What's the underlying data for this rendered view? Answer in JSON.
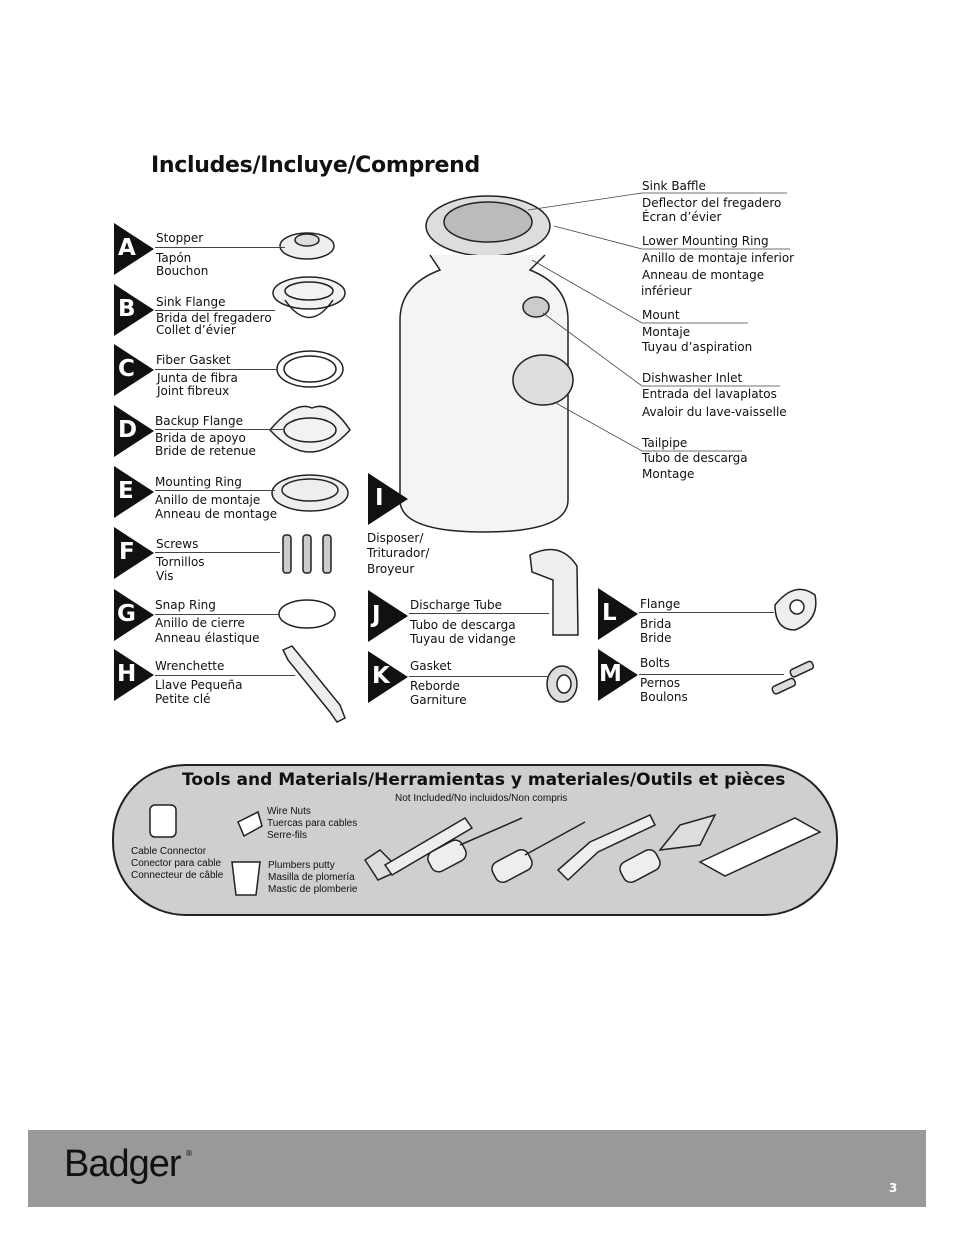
{
  "title": "Includes/Incluye/Comprend",
  "parts_left": [
    {
      "letter": "A",
      "l1": "Stopper",
      "l2": "Tapón",
      "l3": "Bouchon"
    },
    {
      "letter": "B",
      "l1": "Sink Flange",
      "l2": "Brida del fregadero",
      "l3": "Collet d’évier"
    },
    {
      "letter": "C",
      "l1": "Fiber Gasket",
      "l2": "Junta de fibra",
      "l3": "Joint fibreux"
    },
    {
      "letter": "D",
      "l1": "Backup Flange",
      "l2": "Brida de apoyo",
      "l3": "Bride de retenue"
    },
    {
      "letter": "E",
      "l1": "Mounting Ring",
      "l2": "Anillo de montaje",
      "l3": "Anneau de montage"
    },
    {
      "letter": "F",
      "l1": "Screws",
      "l2": "Tornillos",
      "l3": "Vis"
    },
    {
      "letter": "G",
      "l1": "Snap Ring",
      "l2": "Anillo de cierre",
      "l3": "Anneau élastique"
    },
    {
      "letter": "H",
      "l1": "Wrenchette",
      "l2": "Llave Pequeña",
      "l3": "Petite clé"
    }
  ],
  "part_i": {
    "letter": "I",
    "l1": "Disposer/",
    "l2": "Triturador/",
    "l3": "Broyeur"
  },
  "parts_mid": [
    {
      "letter": "J",
      "l1": "Discharge Tube",
      "l2": "Tubo de descarga",
      "l3": "Tuyau de vidange"
    },
    {
      "letter": "K",
      "l1": "Gasket",
      "l2": "Reborde",
      "l3": "Garniture"
    }
  ],
  "parts_right": [
    {
      "letter": "L",
      "l1": "Flange",
      "l2": "Brida",
      "l3": "Bride"
    },
    {
      "letter": "M",
      "l1": "Bolts",
      "l2": "Pernos",
      "l3": "Boulons"
    }
  ],
  "callouts": [
    {
      "l1": "Sink Baffle",
      "l2": "Deflector del fregadero",
      "l3": "Écran d’évier"
    },
    {
      "l1": "Lower Mounting Ring",
      "l2": "Anillo de montaje inferior",
      "l3": "Anneau de montage",
      "l4": "inférieur"
    },
    {
      "l1": "Mount",
      "l2": "Montaje",
      "l3": "Tuyau d’aspiration"
    },
    {
      "l1": "Dishwasher Inlet",
      "l2": "Entrada del lavaplatos",
      "l3": "Avaloir du lave-vaisselle"
    },
    {
      "l1": "Tailpipe",
      "l2": "Tubo de descarga",
      "l3": "Montage"
    }
  ],
  "tools": {
    "title": "Tools and Materials/Herramientas y materiales/Outils et pièces",
    "note": "Not Included/No incluidos/Non compris",
    "wire_nuts": [
      "Wire Nuts",
      "Tuercas para cables",
      "Serre-fils"
    ],
    "putty": [
      "Plumbers putty",
      "Masilla de plomería",
      "Mastic de plomberie"
    ],
    "cable": [
      "Cable Connector",
      "Conector para cable",
      "Connecteur de câble"
    ]
  },
  "footer": {
    "brand": "Badger",
    "reg": "®",
    "page": "3"
  }
}
